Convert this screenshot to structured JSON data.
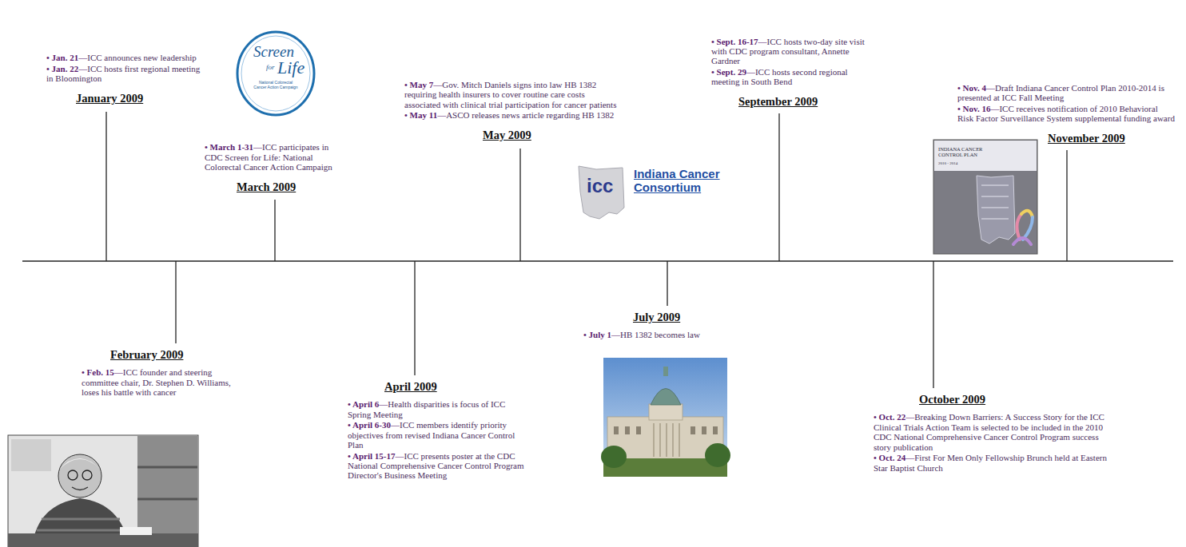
{
  "diagram": {
    "nodes": [
      {
        "text": [
          "January 2009",
          "• Jan. 21—ICC announces new leadership",
          "• Jan. 22—ICC hosts first regional meeting in Bloomington"
        ]
      },
      {
        "text": [
          "February 2009",
          "• Feb. 15—ICC founder and steering committee chair, Dr. Stephen D. Williams, loses his battle with cancer"
        ]
      },
      {
        "text": [
          "March 2009",
          "• March 1-31—ICC participates in CDC Screen for Life: National Colorectal Cancer Action Campaign"
        ]
      },
      {
        "text": [
          "April 2009",
          "• April 6—Health disparities is focus of ICC Spring Meeting",
          "• April 6-30—ICC members identify priority objectives from revised Indiana Cancer Control Plan",
          "• April 15-17—ICC presents poster at the CDC National Comprehensive Cancer Control Program Director's Business Meeting"
        ]
      },
      {
        "text": [
          "May 2009",
          "• May 7—Gov. Mitch Daniels signs into law HB 1382 requiring health insurers to cover routine care costs associated with clinical trial participation for cancer patients",
          "• May 11—ASCO releases news article regarding HB 1382"
        ]
      },
      {
        "text": [
          "July 2009",
          "• July 1—HB 1382 becomes law"
        ]
      },
      {
        "text": [
          "September 2009",
          "• Sept. 16-17—ICC hosts two-day site visit with CDC program consultant, Annette Gardner",
          "• Sept. 29—ICC hosts second regional meeting in South Bend"
        ]
      },
      {
        "text": [
          "October 2009",
          "• Oct. 22—Breaking Down Barriers: A Success Story for the ICC Clinical Trials Action Team is selected to be included in the 2010 CDC National Comprehensive Cancer Control Program success story publication",
          "• Oct. 24—First For Men Only Fellowship Brunch held at Eastern Star Baptist Church"
        ]
      },
      {
        "text": [
          "November 2009",
          "• Nov. 4—Draft Indiana Cancer Control Plan 2010-2014 is presented at ICC Fall Meeting",
          "• Nov. 16—ICC receives notification of 2010 Behavioral Risk Factor Surveillance System supplemental funding award"
        ]
      }
    ],
    "labels": [
      "Screen",
      "for",
      "Life",
      "National Colorectal Cancer Action Campaign",
      "icc",
      "Indiana Cancer Consortium",
      "INDIANA CANCER CONTROL PLAN",
      "2010 - 2014"
    ]
  }
}
